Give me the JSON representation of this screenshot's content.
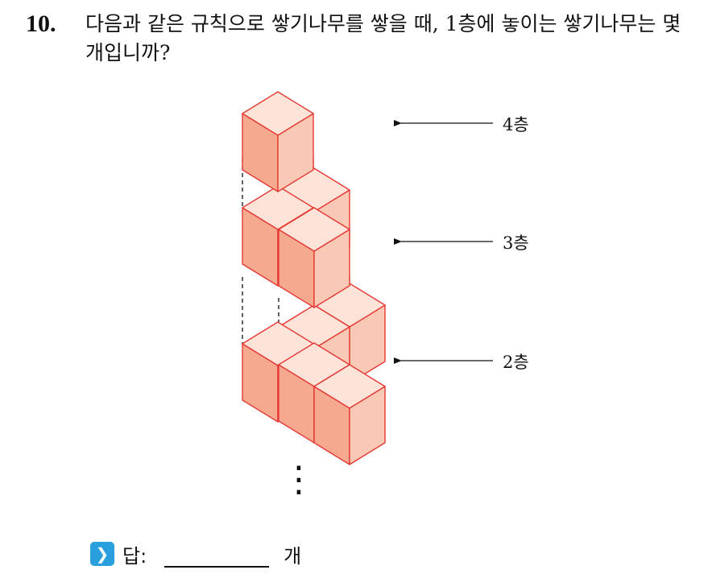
{
  "question": {
    "number": "10.",
    "text": "다음과 같은 규칙으로 쌓기나무를 쌓을 때, 1층에 놓이는 쌓기나무는 몇 개입니까?"
  },
  "figure": {
    "labels": [
      "4층",
      "3층",
      "2층"
    ],
    "continuation": "⋮",
    "colors": {
      "stroke": "#e53935",
      "front": "#f5aa90",
      "side": "#f9c9b5",
      "top": "#fde3d8",
      "hidden_top": "#fbe2d8"
    }
  },
  "answer": {
    "icon": "chevron-right-icon",
    "label": "답:",
    "unit": "개"
  }
}
